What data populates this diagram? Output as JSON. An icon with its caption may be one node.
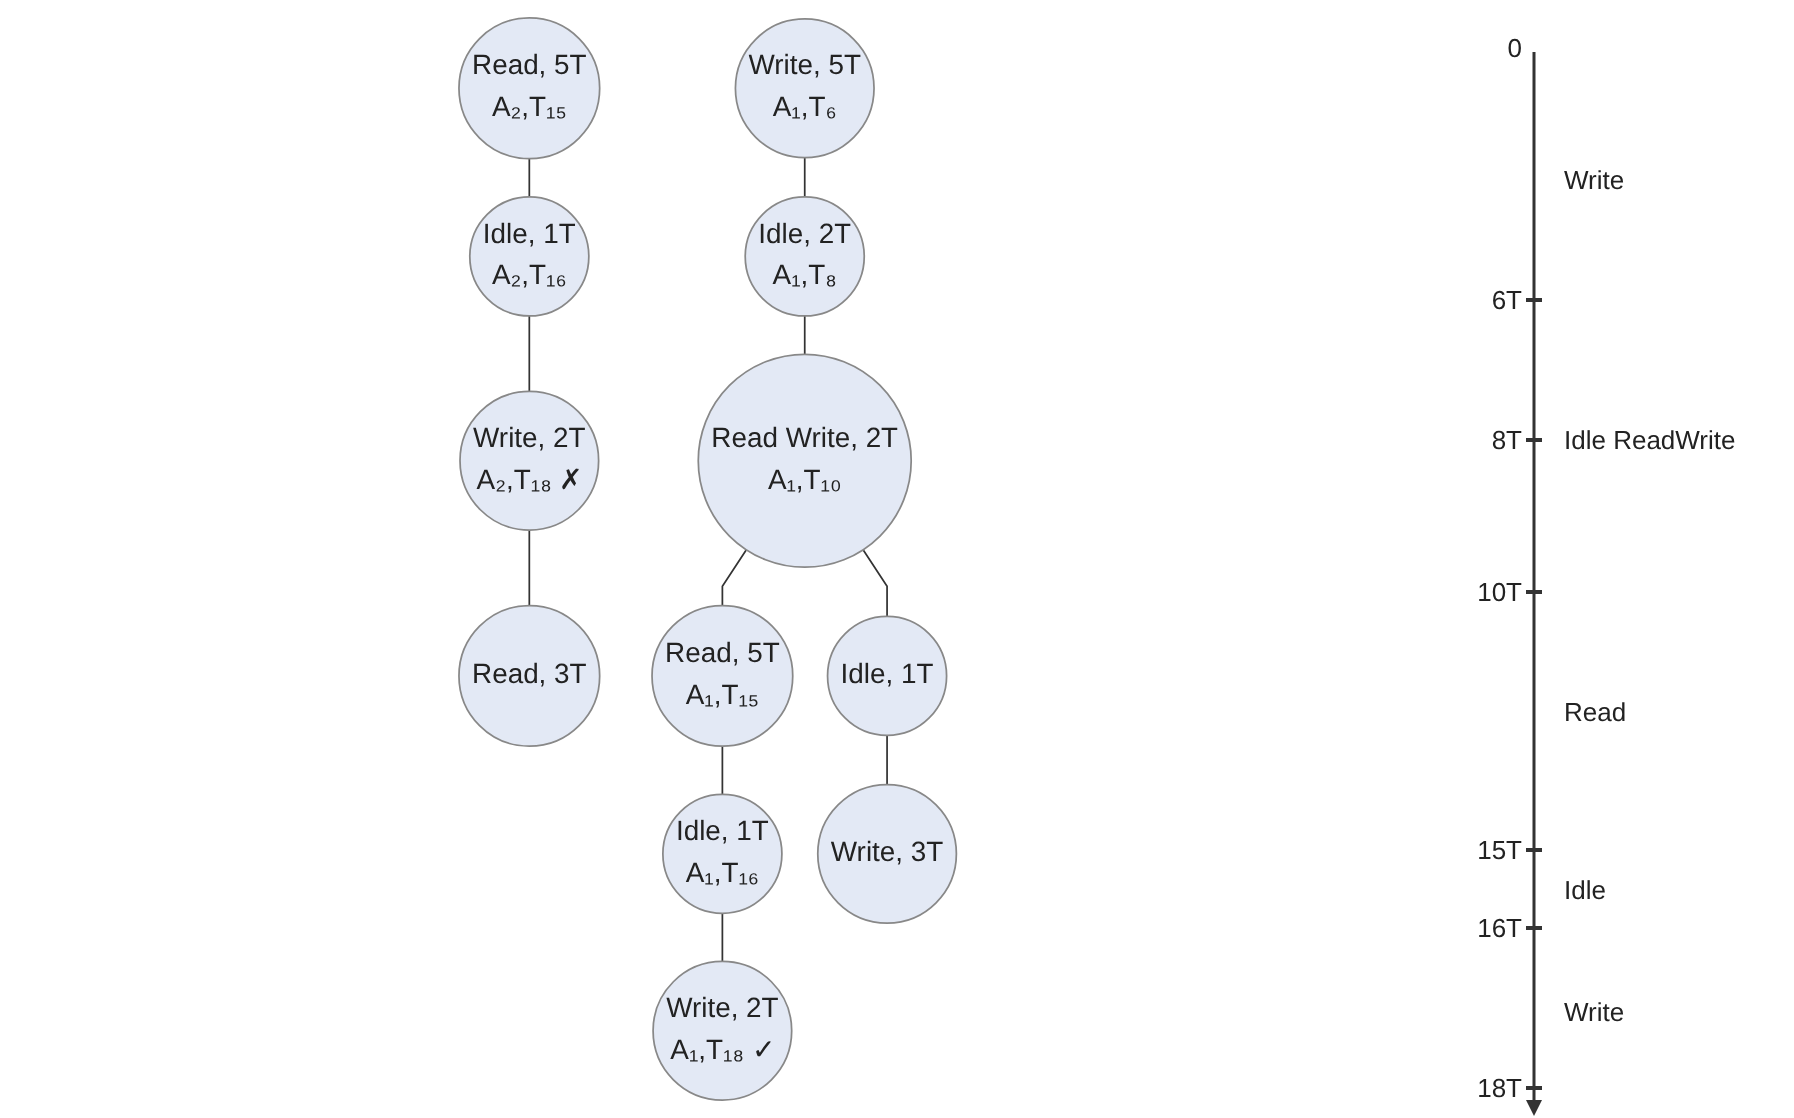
{
  "diagram": {
    "nodes": [
      {
        "text": [
          "Read, 5T",
          "A₂,T₁₅"
        ]
      },
      {
        "text": [
          "Idle, 1T",
          "A₂,T₁₆"
        ]
      },
      {
        "text": [
          "Write, 2T",
          "A₂,T₁₈ ✗"
        ]
      },
      {
        "text": [
          "Read, 3T"
        ]
      },
      {
        "text": [
          "Write, 5T",
          "A₁,T₆"
        ]
      },
      {
        "text": [
          "Idle, 2T",
          "A₁,T₈"
        ]
      },
      {
        "text": [
          "Read Write, 2T",
          "A₁,T₁₀"
        ]
      },
      {
        "text": [
          "Read, 5T",
          "A₁,T₁₅"
        ]
      },
      {
        "text": [
          "Idle, 1T"
        ]
      },
      {
        "text": [
          "Idle, 1T",
          "A₁,T₁₆"
        ]
      },
      {
        "text": [
          "Write, 3T"
        ]
      },
      {
        "text": [
          "Write, 2T",
          "A₁,T₁₈ ✓"
        ]
      }
    ],
    "edges": [
      {
        "from": 0,
        "to": 1,
        "arrow": "none"
      },
      {
        "from": 1,
        "to": 2,
        "arrow": "none"
      },
      {
        "from": 2,
        "to": 3,
        "arrow": "none"
      },
      {
        "from": 4,
        "to": 5,
        "arrow": "none"
      },
      {
        "from": 5,
        "to": 6,
        "arrow": "none"
      },
      {
        "from": 6,
        "to": 7,
        "arrow": "none"
      },
      {
        "from": 6,
        "to": 8,
        "arrow": "none"
      },
      {
        "from": 7,
        "to": 9,
        "arrow": "none"
      },
      {
        "from": 8,
        "to": 10,
        "arrow": "none"
      },
      {
        "from": 9,
        "to": 11,
        "arrow": "none"
      }
    ],
    "labels": [
      "0",
      "Write",
      "6T",
      "8T",
      "Idle ReadWrite",
      "10T",
      "Read",
      "15T",
      "Idle",
      "16T",
      "Write",
      "18T"
    ]
  }
}
